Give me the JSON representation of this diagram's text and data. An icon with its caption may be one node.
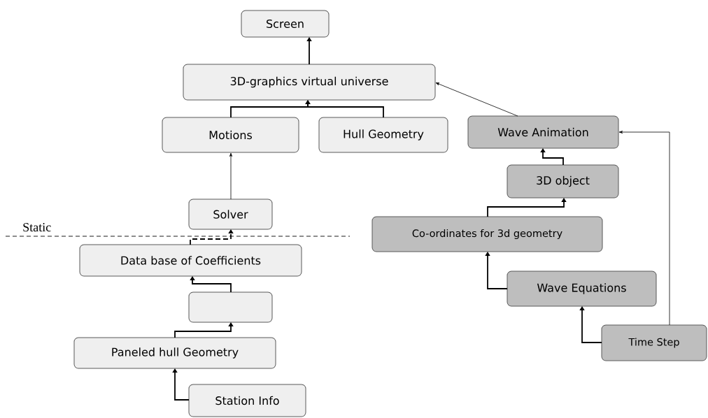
{
  "diagram": {
    "nodes": [
      {
        "text": [
          "Screen"
        ]
      },
      {
        "text": [
          "3D-graphics virtual universe"
        ]
      },
      {
        "text": [
          "Motions"
        ]
      },
      {
        "text": [
          "Hull Geometry"
        ]
      },
      {
        "text": [
          "Wave Animation"
        ]
      },
      {
        "text": [
          "Solver"
        ]
      },
      {
        "text": [
          "Data base of Coefficients"
        ]
      },
      {
        "text": [],
        "shape": "box"
      },
      {
        "text": [
          "Paneled hull Geometry"
        ]
      },
      {
        "text": [
          "Station Info"
        ]
      },
      {
        "text": [
          "3D object"
        ]
      },
      {
        "text": [
          "Co-ordinates for 3d geometry"
        ]
      },
      {
        "text": [
          "Wave Equations"
        ]
      },
      {
        "text": [
          "Time Step"
        ]
      }
    ],
    "edges": [
      {
        "from": 1,
        "to": 0,
        "arrow": "to"
      },
      {
        "from": 2,
        "to": 1,
        "arrow": "to"
      },
      {
        "from": 3,
        "to": 1,
        "arrow": "to"
      },
      {
        "from": 4,
        "to": 1,
        "arrow": "to"
      },
      {
        "from": 5,
        "to": 2,
        "arrow": "to"
      },
      {
        "from": 6,
        "to": 5,
        "arrow": "to",
        "style": "dashed"
      },
      {
        "from": 7,
        "to": 6,
        "arrow": "to"
      },
      {
        "from": 8,
        "to": 7,
        "arrow": "to"
      },
      {
        "from": 9,
        "to": 8,
        "arrow": "to"
      },
      {
        "from": 10,
        "to": 4,
        "arrow": "to"
      },
      {
        "from": 11,
        "to": 10,
        "arrow": "to"
      },
      {
        "from": 12,
        "to": 11,
        "arrow": "to"
      },
      {
        "from": 13,
        "to": 12,
        "arrow": "to"
      },
      {
        "from": 13,
        "to": 4,
        "arrow": "to"
      }
    ],
    "labels": [
      "Static"
    ]
  }
}
